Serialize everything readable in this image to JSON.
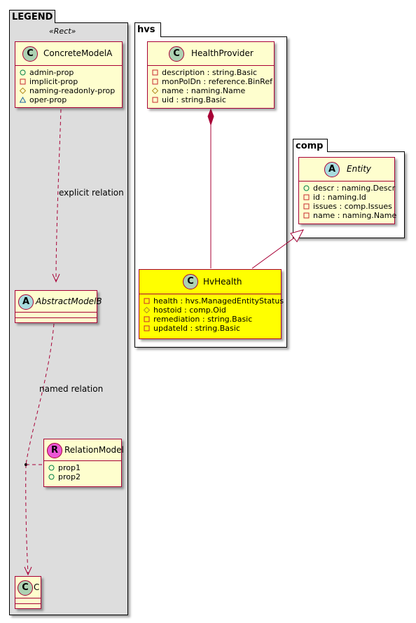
{
  "packages": {
    "legend": {
      "name": "LEGEND",
      "stereotype": "«Rect»"
    },
    "hvs": {
      "name": "hvs"
    },
    "comp": {
      "name": "comp"
    }
  },
  "classes": {
    "concrete_model_a": {
      "spot": "C",
      "name": "ConcreteModelA",
      "attributes": [
        {
          "visibility": "public",
          "text": "admin-prop"
        },
        {
          "visibility": "private",
          "text": "implicit-prop"
        },
        {
          "visibility": "protected",
          "text": "naming-readonly-prop"
        },
        {
          "visibility": "package",
          "text": "oper-prop"
        }
      ]
    },
    "abstract_model_b": {
      "spot": "A",
      "name": "AbstractModelB"
    },
    "relation_model": {
      "spot": "R",
      "name": "RelationModel",
      "attributes": [
        {
          "visibility": "public",
          "text": "prop1"
        },
        {
          "visibility": "public",
          "text": "prop2"
        }
      ]
    },
    "c": {
      "spot": "C",
      "name": "C"
    },
    "health_provider": {
      "spot": "C",
      "name": "HealthProvider",
      "attributes": [
        {
          "visibility": "private",
          "text": "description : string.Basic"
        },
        {
          "visibility": "private",
          "text": "monPolDn : reference.BinRef"
        },
        {
          "visibility": "protected",
          "text": "name : naming.Name"
        },
        {
          "visibility": "private",
          "text": "uid : string.Basic"
        }
      ]
    },
    "hv_health": {
      "spot": "C",
      "name": "HvHealth",
      "attributes": [
        {
          "visibility": "private",
          "text": "health : hvs.ManagedEntityStatus"
        },
        {
          "visibility": "protected",
          "text": "hostoid : comp.Oid"
        },
        {
          "visibility": "private",
          "text": "remediation : string.Basic"
        },
        {
          "visibility": "private",
          "text": "updateId : string.Basic"
        }
      ]
    },
    "entity": {
      "spot": "A",
      "name": "Entity",
      "attributes": [
        {
          "visibility": "public",
          "text": "descr : naming.Descr"
        },
        {
          "visibility": "private",
          "text": "id : naming.Id"
        },
        {
          "visibility": "private",
          "text": "issues : comp.Issues"
        },
        {
          "visibility": "private",
          "text": "name : naming.Name"
        }
      ]
    }
  },
  "relations": {
    "explicit_label": "explicit relation",
    "named_label": "named relation"
  },
  "colors": {
    "class_fill": "#FEFECE",
    "class_highlight": "#FFFF00",
    "border": "#A80036",
    "legend_fill": "#DDDDDD",
    "spot_class": "#ADD1B2",
    "spot_abstract": "#A9DCDF",
    "spot_relation": "#EB57D6"
  }
}
